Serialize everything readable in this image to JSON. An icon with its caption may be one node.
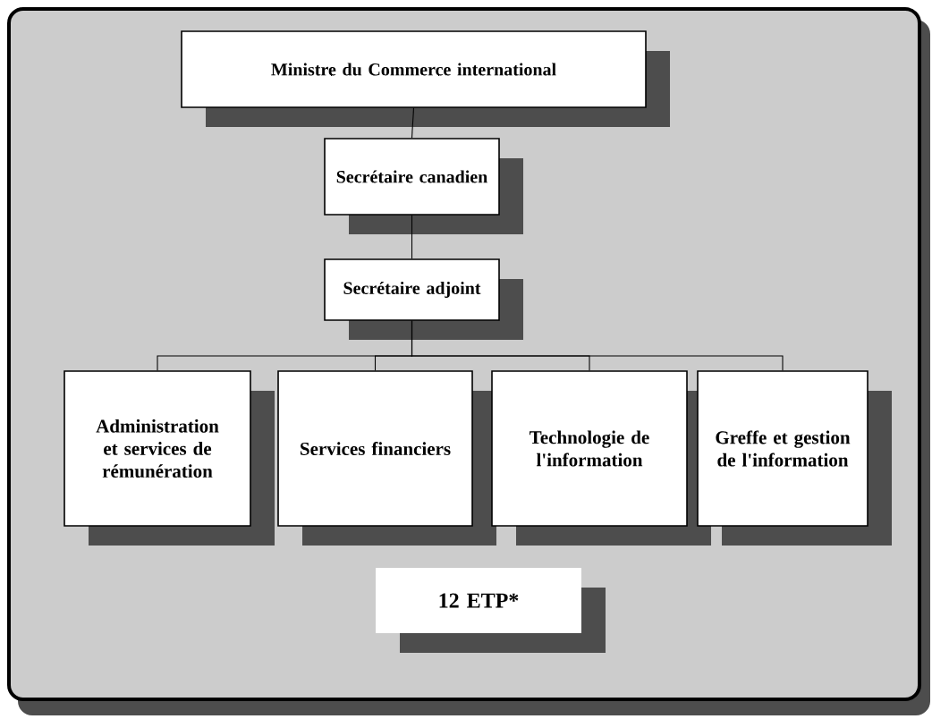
{
  "diagram": {
    "nodes": [
      {
        "text": [
          "Ministre du Commerce international"
        ]
      },
      {
        "text": [
          "Secrétaire canadien"
        ]
      },
      {
        "text": [
          "Secrétaire adjoint"
        ]
      },
      {
        "text": [
          "Administration et services de rémunération"
        ]
      },
      {
        "text": [
          "Services financiers"
        ]
      },
      {
        "text": [
          "Technologie de l'information"
        ]
      },
      {
        "text": [
          "Greffe et gestion de l'information"
        ]
      },
      {
        "text": [
          "12 ETP*"
        ]
      }
    ],
    "edges": [
      {
        "from": 0,
        "to": 1,
        "arrow": "none"
      },
      {
        "from": 1,
        "to": 2,
        "arrow": "none"
      },
      {
        "from": 2,
        "to": 3,
        "arrow": "none"
      },
      {
        "from": 2,
        "to": 4,
        "arrow": "none"
      },
      {
        "from": 2,
        "to": 5,
        "arrow": "none"
      },
      {
        "from": 2,
        "to": 6,
        "arrow": "none"
      }
    ]
  }
}
